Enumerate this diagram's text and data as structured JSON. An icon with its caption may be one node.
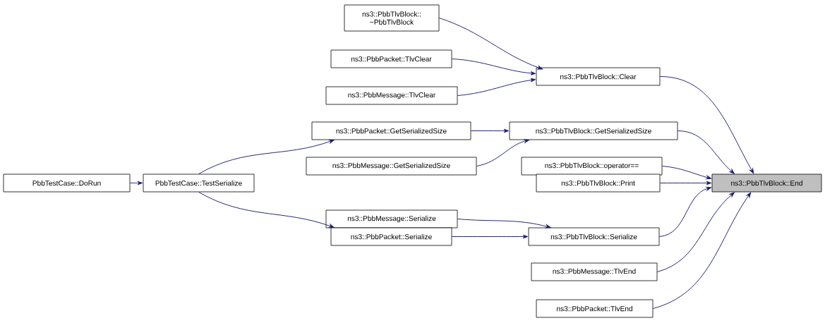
{
  "diagram": {
    "nodes": [
      {
        "text": [
          "ns3::PbbTlvBlock::End"
        ]
      },
      {
        "text": [
          "ns3::PbbTlvBlock::Clear"
        ]
      },
      {
        "text": [
          "ns3::PbbTlvBlock:: ~PbbTlvBlock"
        ]
      },
      {
        "text": [
          "ns3::PbbPacket::TlvClear"
        ]
      },
      {
        "text": [
          "ns3::PbbMessage::TlvClear"
        ]
      },
      {
        "text": [
          "ns3::PbbTlvBlock::GetSerializedSize"
        ]
      },
      {
        "text": [
          "ns3::PbbPacket::GetSerializedSize"
        ]
      },
      {
        "text": [
          "ns3::PbbMessage::GetSerializedSize"
        ]
      },
      {
        "text": [
          "PbbTestCase::TestSerialize"
        ]
      },
      {
        "text": [
          "PbbTestCase::DoRun"
        ]
      },
      {
        "text": [
          "ns3::PbbTlvBlock::operator=="
        ]
      },
      {
        "text": [
          "ns3::PbbTlvBlock::Print"
        ]
      },
      {
        "text": [
          "ns3::PbbMessage::Serialize"
        ]
      },
      {
        "text": [
          "ns3::PbbTlvBlock::Serialize"
        ]
      },
      {
        "text": [
          "ns3::PbbPacket::Serialize"
        ]
      },
      {
        "text": [
          "ns3::PbbMessage::TlvEnd"
        ]
      },
      {
        "text": [
          "ns3::PbbPacket::TlvEnd"
        ]
      }
    ],
    "edges": [
      {
        "from": 1,
        "to": 0,
        "arrow": "to"
      },
      {
        "from": 5,
        "to": 0,
        "arrow": "to"
      },
      {
        "from": 10,
        "to": 0,
        "arrow": "to"
      },
      {
        "from": 11,
        "to": 0,
        "arrow": "to"
      },
      {
        "from": 13,
        "to": 0,
        "arrow": "to"
      },
      {
        "from": 15,
        "to": 0,
        "arrow": "to"
      },
      {
        "from": 16,
        "to": 0,
        "arrow": "to"
      },
      {
        "from": 2,
        "to": 1,
        "arrow": "to"
      },
      {
        "from": 3,
        "to": 1,
        "arrow": "to"
      },
      {
        "from": 4,
        "to": 1,
        "arrow": "to"
      },
      {
        "from": 6,
        "to": 5,
        "arrow": "to"
      },
      {
        "from": 7,
        "to": 5,
        "arrow": "to"
      },
      {
        "from": 8,
        "to": 6,
        "arrow": "to"
      },
      {
        "from": 9,
        "to": 8,
        "arrow": "to"
      },
      {
        "from": 8,
        "to": 14,
        "arrow": "to"
      },
      {
        "from": 12,
        "to": 13,
        "arrow": "to"
      },
      {
        "from": 14,
        "to": 13,
        "arrow": "to"
      }
    ]
  }
}
